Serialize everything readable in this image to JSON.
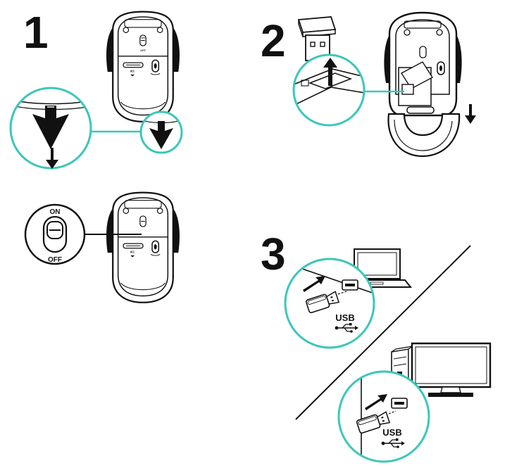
{
  "steps": {
    "step1": {
      "number": "1"
    },
    "step2": {
      "number": "2"
    },
    "step3": {
      "number": "3"
    }
  },
  "switch_callout": {
    "on": "ON",
    "off": "OFF"
  },
  "mouse_switch": {
    "on": "ON",
    "off": "OFF"
  },
  "usb_callout_laptop": {
    "label": "USB"
  },
  "usb_callout_desktop": {
    "label": "USB"
  },
  "colors": {
    "accent": "#3bc7b9",
    "line": "#111111"
  }
}
